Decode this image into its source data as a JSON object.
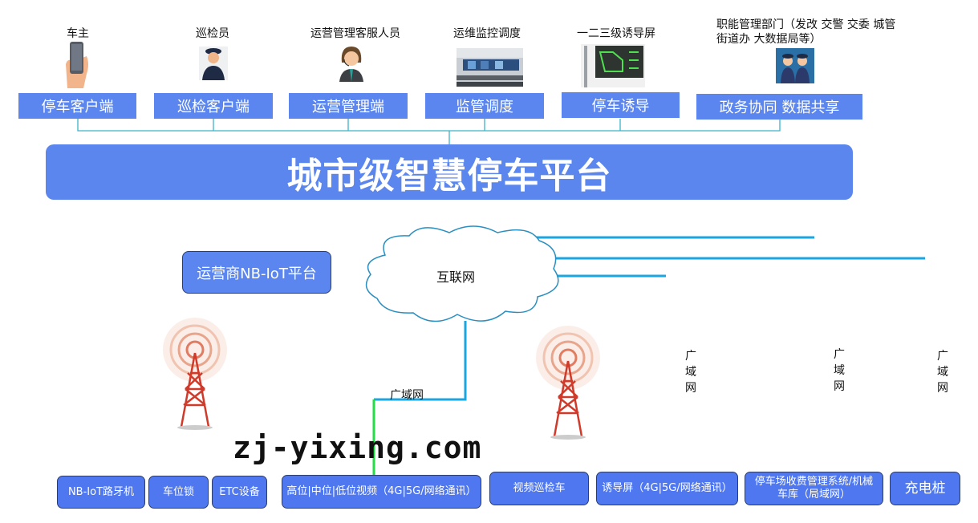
{
  "roles": [
    {
      "label": "车主",
      "icon": "phone-hand-icon"
    },
    {
      "label": "巡检员",
      "icon": "inspector-icon"
    },
    {
      "label": "运营管理客服人员",
      "icon": "customer-service-icon"
    },
    {
      "label": "运维监控调度",
      "icon": "control-room-icon"
    },
    {
      "label": "一二三级诱导屏",
      "icon": "guidance-screen-icon"
    },
    {
      "label_line1": "职能管理部门（发改 交警 交委 城管",
      "label_line2": "街道办 大数据局等）",
      "icon": "police-icon"
    }
  ],
  "terminals": [
    "停车客户端",
    "巡检客户端",
    "运营管理端",
    "监管调度",
    "停车诱导",
    "政务协同 数据共享"
  ],
  "platform_title": "城市级智慧停车平台",
  "nb_platform": "运营商NB-IoT平台",
  "cloud_label": "互联网",
  "wan_label": "广域网",
  "wan_vertical": [
    "广",
    "域",
    "网"
  ],
  "devices": [
    "NB-IoT路牙机",
    "车位锁",
    "ETC设备",
    "高位|中位|低位视频（4G|5G/网络通讯）",
    "视频巡检车",
    "诱导屏（4G|5G/网络通讯）",
    "停车场收费管理系统/机械车库（局域网）",
    "充电桩"
  ],
  "colors": {
    "box": "#5b86ef",
    "line_cyan": "#1aa6e0",
    "line_green": "#22dd44",
    "connector": "#3bb3c8"
  },
  "watermark": "zj-yixing.com"
}
